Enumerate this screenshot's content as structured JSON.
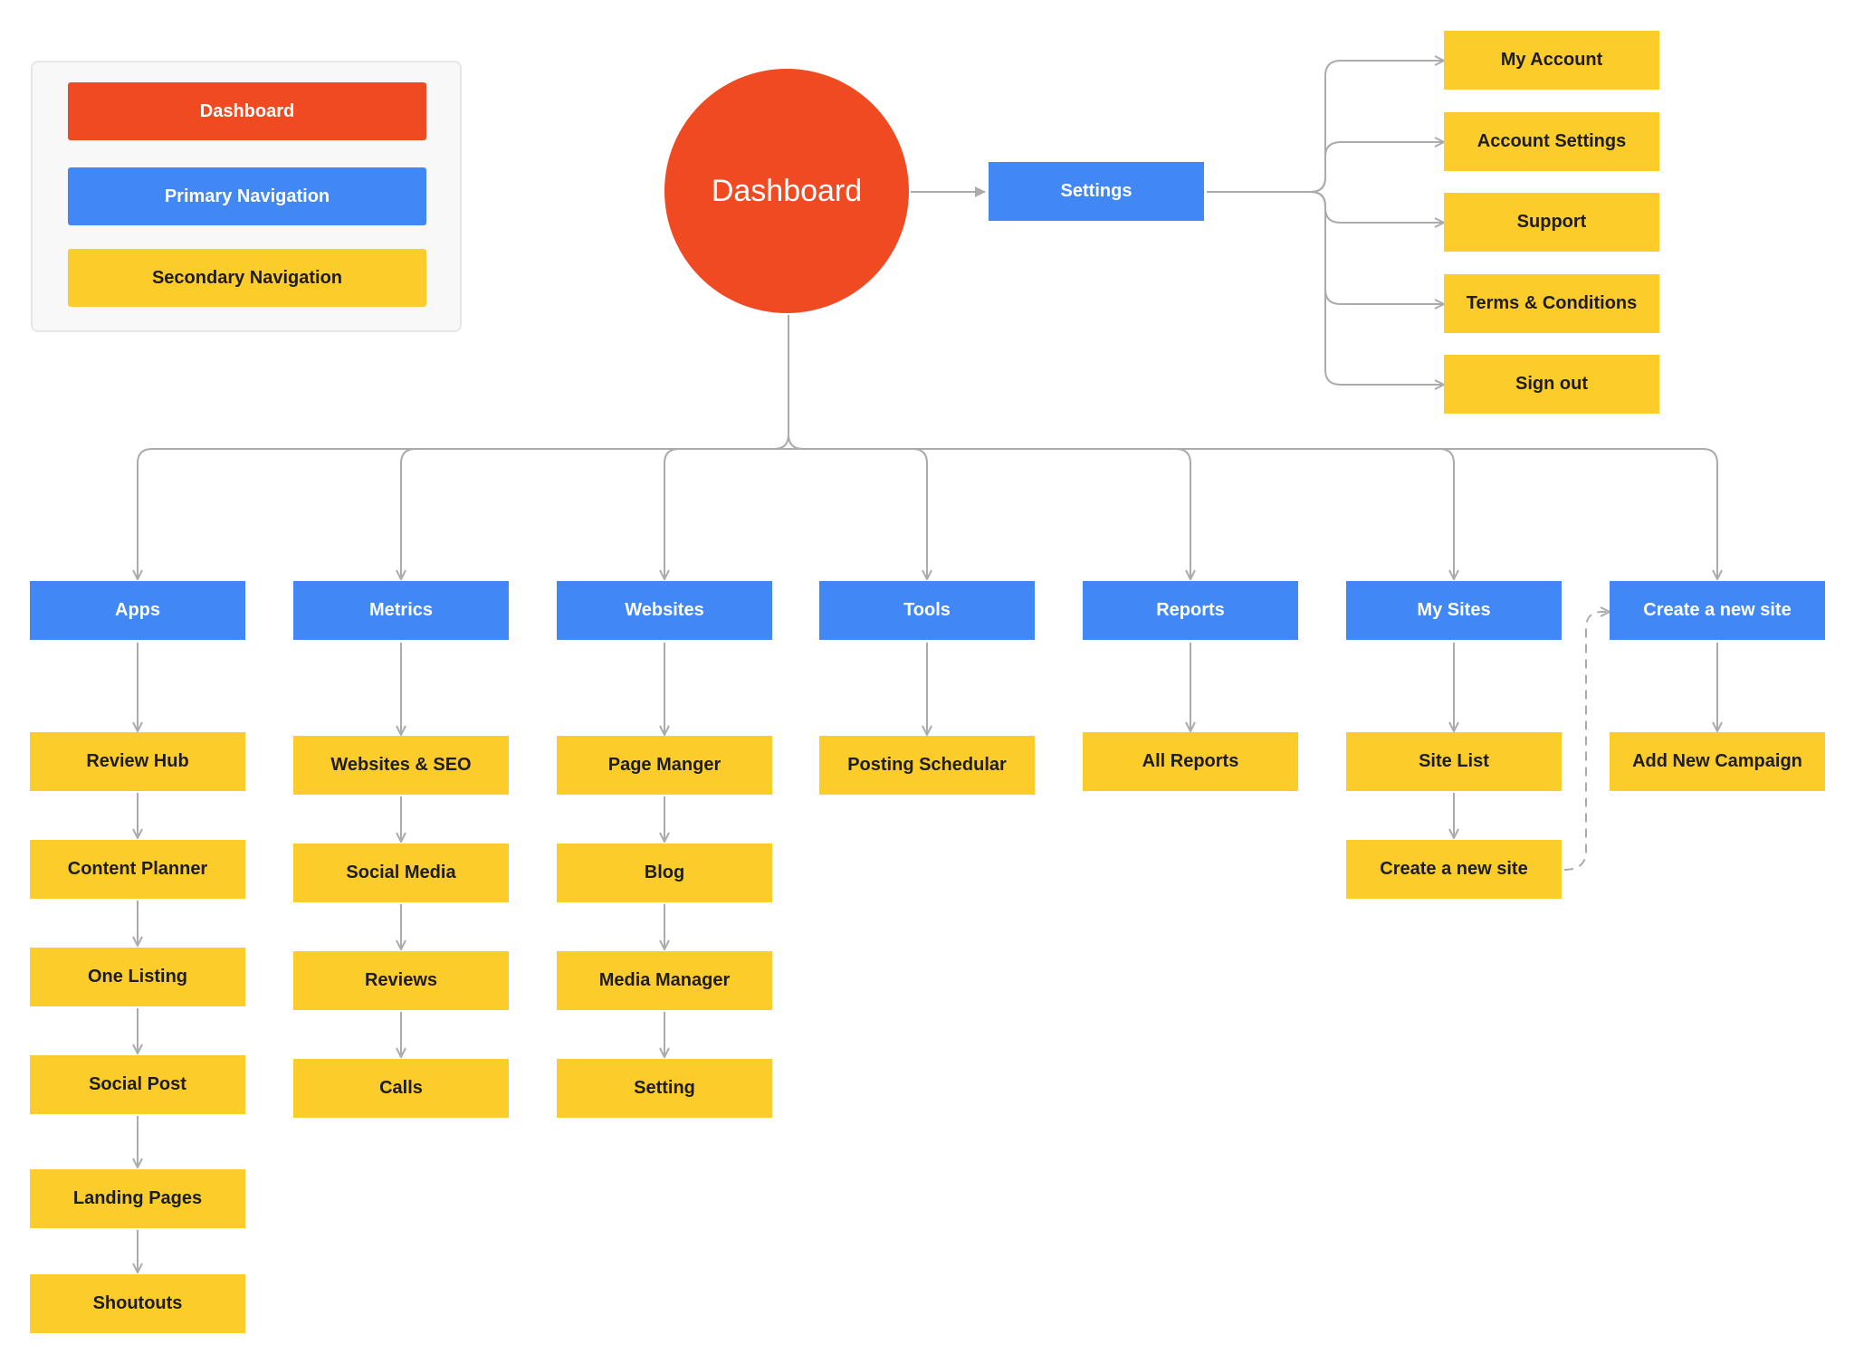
{
  "colors": {
    "dashboard": "#F04A23",
    "primary": "#4187F5",
    "secondary": "#FCCC2A",
    "connector": "#ababab"
  },
  "legend": {
    "dashboard": "Dashboard",
    "primary": "Primary Navigation",
    "secondary": "Secondary Navigation"
  },
  "hub": {
    "label": "Dashboard"
  },
  "settings": {
    "label": "Settings",
    "children": [
      "My Account",
      "Account Settings",
      "Support",
      "Terms & Conditions",
      "Sign out"
    ]
  },
  "columns": [
    {
      "label": "Apps",
      "children": [
        "Review Hub",
        "Content Planner",
        "One Listing",
        "Social Post",
        "Landing Pages",
        "Shoutouts"
      ]
    },
    {
      "label": "Metrics",
      "children": [
        "Websites & SEO",
        "Social Media",
        "Reviews",
        "Calls"
      ]
    },
    {
      "label": "Websites",
      "children": [
        "Page Manger",
        "Blog",
        "Media Manager",
        "Setting"
      ]
    },
    {
      "label": "Tools",
      "children": [
        "Posting Schedular"
      ]
    },
    {
      "label": "Reports",
      "children": [
        "All Reports"
      ]
    },
    {
      "label": "My Sites",
      "children": [
        "Site List",
        "Create a new site"
      ]
    },
    {
      "label": "Create a new site",
      "children": [
        "Add New Campaign"
      ]
    }
  ]
}
